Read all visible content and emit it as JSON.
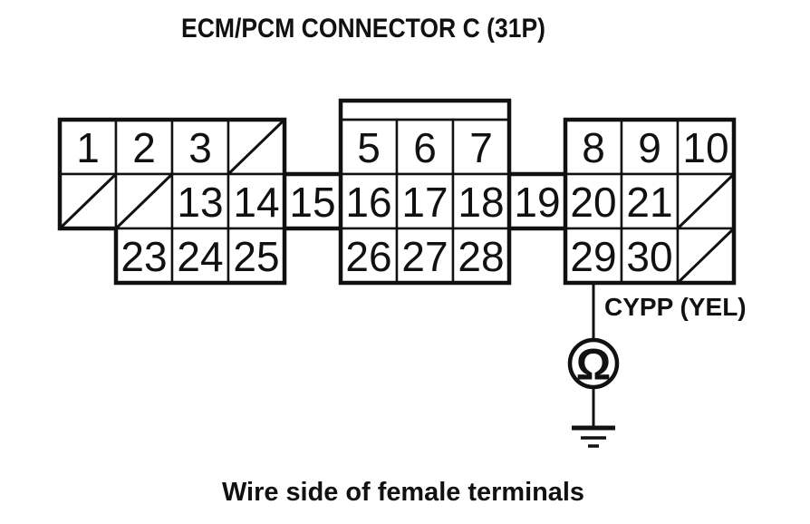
{
  "title": "ECM/PCM CONNECTOR C (31P)",
  "caption": "Wire side of female terminals",
  "wire_label": "CYPP (YEL)",
  "meter_symbol": "Ω",
  "colors": {
    "ink": "#111111",
    "paper": "#ffffff"
  },
  "connector": {
    "grid": [
      [
        "1",
        "2",
        "3",
        "/",
        null,
        "5",
        "6",
        "7",
        null,
        "8",
        "9",
        "10"
      ],
      [
        "/",
        "/",
        "13",
        "14",
        "15",
        "16",
        "17",
        "18",
        "19",
        "20",
        "21",
        "/"
      ],
      [
        null,
        "23",
        "24",
        "25",
        null,
        "26",
        "27",
        "28",
        null,
        "29",
        "30",
        "/"
      ]
    ]
  }
}
